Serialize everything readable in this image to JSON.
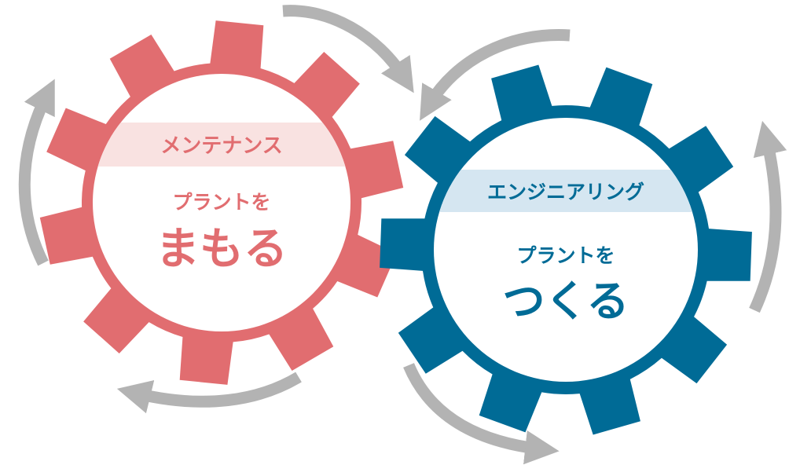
{
  "colors": {
    "maintenance_gear": "#e16d70",
    "maintenance_band": "#f9e2e1",
    "engineering_gear": "#006b96",
    "engineering_band": "#d5e6f1",
    "arrow": "#b3b3b3",
    "gear_center": "#ffffff"
  },
  "maintenance": {
    "category": "メンテナンス",
    "subtitle": "プラントを",
    "title": "まもる"
  },
  "engineering": {
    "category": "エンジニアリング",
    "subtitle": "プラントを",
    "title": "つくる"
  }
}
